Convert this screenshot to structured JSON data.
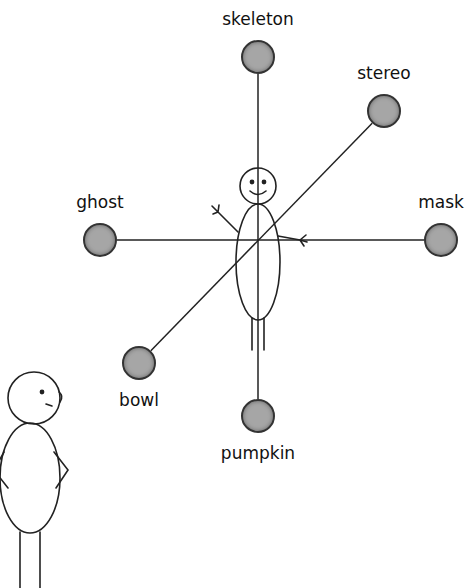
{
  "diagram": {
    "nodes": [
      {
        "text": [
          "skeleton"
        ]
      },
      {
        "text": [
          "stereo"
        ]
      },
      {
        "text": [
          "ghost"
        ]
      },
      {
        "text": [
          "mask"
        ]
      },
      {
        "text": [
          "bowl"
        ]
      },
      {
        "text": [
          "pumpkin"
        ]
      }
    ],
    "edges": [
      {
        "from": 0,
        "to": 5,
        "arrow": "none"
      },
      {
        "from": 2,
        "to": 3,
        "arrow": "none"
      },
      {
        "from": 1,
        "to": 4,
        "arrow": "none"
      }
    ]
  }
}
